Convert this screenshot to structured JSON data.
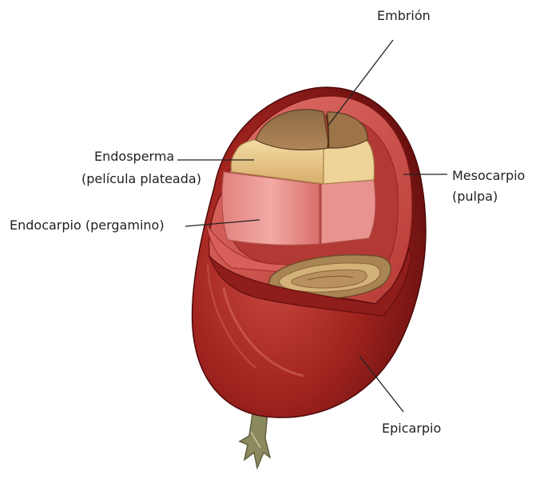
{
  "labels": {
    "embrion": "Embrión",
    "endosperma_line1": "Endosperma",
    "endosperma_line2": "(película plateada)",
    "endocarpio": "Endocarpio (pergamino)",
    "mesocarpio_line1": "Mesocarpio",
    "mesocarpio_line2": "(pulpa)",
    "epicarpio": "Epicarpio"
  },
  "colors": {
    "skin_dark": "#7a1414",
    "skin_mid": "#a3241f",
    "skin_light": "#c4453a",
    "pulp": "#d9605a",
    "parchment": "#e58f8c",
    "parchment_light": "#f0b3ad",
    "silverskin": "#e8c88a",
    "bean": "#a0774a",
    "bean_dark": "#6e4a2a",
    "stem": "#8a8a5a",
    "leader": "#222222"
  }
}
